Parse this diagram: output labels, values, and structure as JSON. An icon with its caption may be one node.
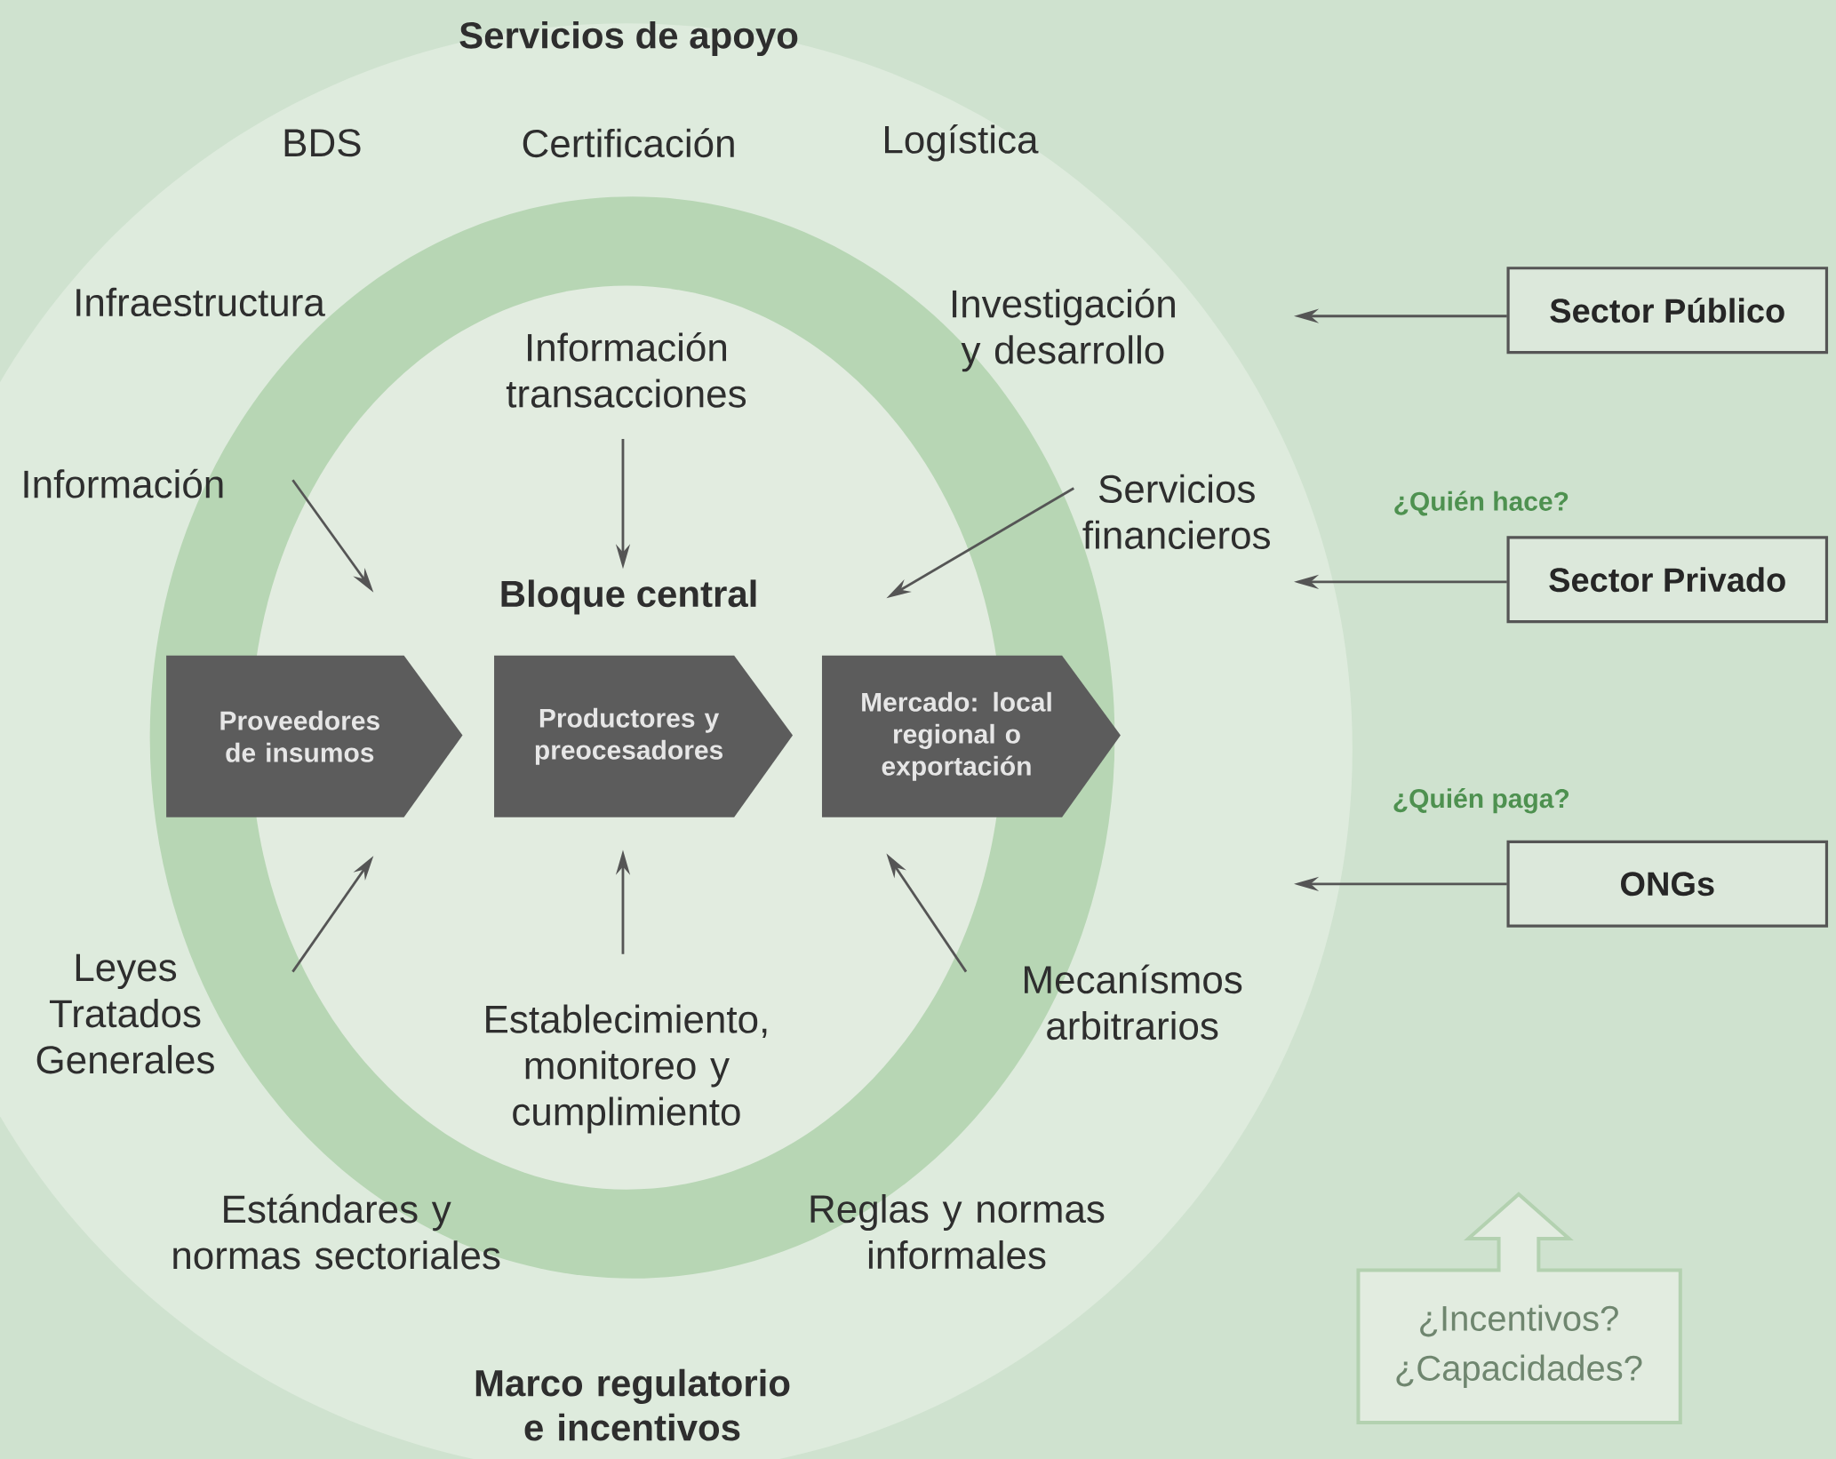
{
  "diagram": {
    "nodes": [
      {
        "text": [
          "Servicios de apoyo",
          "Marco regulatorio e incentivos"
        ]
      },
      {
        "text": [
          "Bloque central"
        ],
        "in": 0
      },
      {
        "text": [
          "Información transacciones"
        ],
        "in": 0
      },
      {
        "text": [
          "Información"
        ],
        "in": 0
      },
      {
        "text": [
          "Investigación y desarrollo"
        ],
        "in": 0
      },
      {
        "text": [
          "Servicios financieros"
        ],
        "in": 0
      },
      {
        "text": [
          "Proveedores de insumos"
        ],
        "in": 0
      },
      {
        "text": [
          "Productores y preocesadores"
        ],
        "in": 0
      },
      {
        "text": [
          "Mercado: local regional o exportación"
        ],
        "in": 0
      },
      {
        "text": [
          "Leyes Tratados Generales"
        ],
        "in": 0
      },
      {
        "text": [
          "Establecimiento, monitoreo y cumplimiento"
        ],
        "in": 0
      },
      {
        "text": [
          "Mecanísmos arbitrarios"
        ],
        "in": 0
      },
      {
        "text": [
          "Sector Público"
        ]
      },
      {
        "text": [
          "Sector Privado"
        ]
      },
      {
        "text": [
          "ONGs"
        ]
      },
      {
        "text": [
          "¿Incentivos? ¿Capacidades?"
        ]
      }
    ],
    "edges": [
      {
        "from": 3,
        "to": 6,
        "arrow": "to"
      },
      {
        "from": 2,
        "to": 1,
        "arrow": "to"
      },
      {
        "from": 5,
        "to": 8,
        "arrow": "to"
      },
      {
        "from": 9,
        "to": 6,
        "arrow": "to"
      },
      {
        "from": 10,
        "to": 7,
        "arrow": "to"
      },
      {
        "from": 11,
        "to": 8,
        "arrow": "to"
      },
      {
        "from": 12,
        "to": 4,
        "arrow": "to"
      },
      {
        "from": 13,
        "to": 5,
        "arrow": "to"
      },
      {
        "from": 14,
        "to": null,
        "arrow": "to"
      }
    ],
    "labels": [
      "BDS",
      "Certificación",
      "Logística",
      "Infraestructura",
      "¿Quién hace?",
      "¿Quién paga?",
      "Estándares y normas sectoriales",
      "Reglas y normas informales"
    ]
  }
}
